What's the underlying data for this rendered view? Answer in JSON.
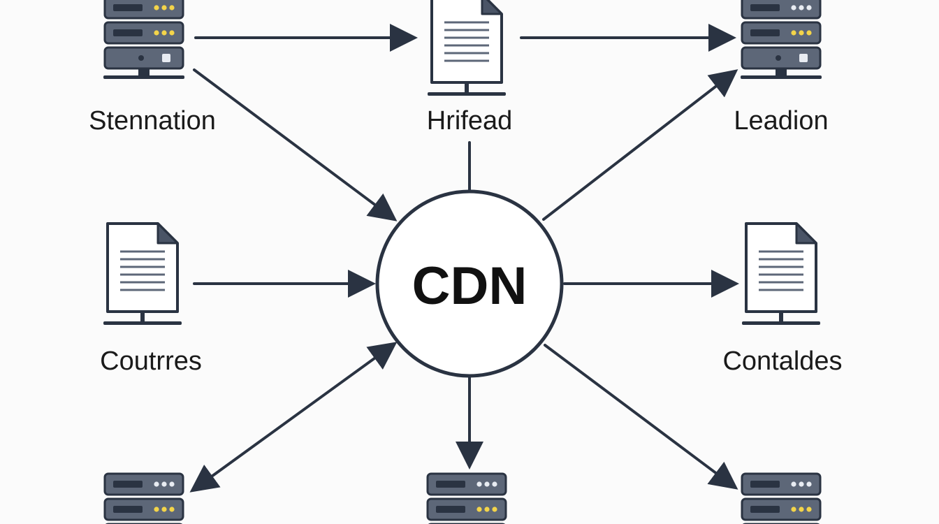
{
  "colors": {
    "background": "#fbfbfb",
    "stroke": "#2a3342",
    "server_body": "#5d6778",
    "server_slot": "#2a3342",
    "led_yellow": "#f3d44a",
    "led_white": "#e8ecf2",
    "doc_fill": "#ffffff",
    "doc_lines": "#5d6778",
    "doc_fold": "#4a5466"
  },
  "center": {
    "label": "CDN"
  },
  "nodes": [
    {
      "id": "stennation",
      "label": "Stennation",
      "icon": "server-icon",
      "leds": "yellow"
    },
    {
      "id": "hrifead",
      "label": "Hrifead",
      "icon": "document-monitor-icon"
    },
    {
      "id": "leadion",
      "label": "Leadion",
      "icon": "server-icon",
      "leds": "mixed"
    },
    {
      "id": "coutrres",
      "label": "Coutrres",
      "icon": "document-monitor-icon"
    },
    {
      "id": "contaldes",
      "label": "Contaldes",
      "icon": "document-monitor-icon"
    },
    {
      "id": "bottom-left",
      "label": "",
      "icon": "server-icon",
      "leds": "mixed"
    },
    {
      "id": "bottom-center",
      "label": "",
      "icon": "server-icon",
      "leds": "mixed"
    },
    {
      "id": "bottom-right",
      "label": "",
      "icon": "server-icon",
      "leds": "mixed"
    }
  ],
  "edges": [
    {
      "from": "stennation",
      "to": "hrifead",
      "arrow": "end"
    },
    {
      "from": "hrifead",
      "to": "leadion",
      "arrow": "end"
    },
    {
      "from": "stennation",
      "to": "center",
      "arrow": "end"
    },
    {
      "from": "hrifead",
      "to": "center",
      "arrow": "none"
    },
    {
      "from": "center",
      "to": "leadion",
      "arrow": "end"
    },
    {
      "from": "coutrres",
      "to": "center",
      "arrow": "end"
    },
    {
      "from": "center",
      "to": "contaldes",
      "arrow": "end"
    },
    {
      "from": "center",
      "to": "bottom-left",
      "arrow": "both"
    },
    {
      "from": "center",
      "to": "bottom-center",
      "arrow": "end"
    },
    {
      "from": "center",
      "to": "bottom-right",
      "arrow": "end"
    }
  ]
}
